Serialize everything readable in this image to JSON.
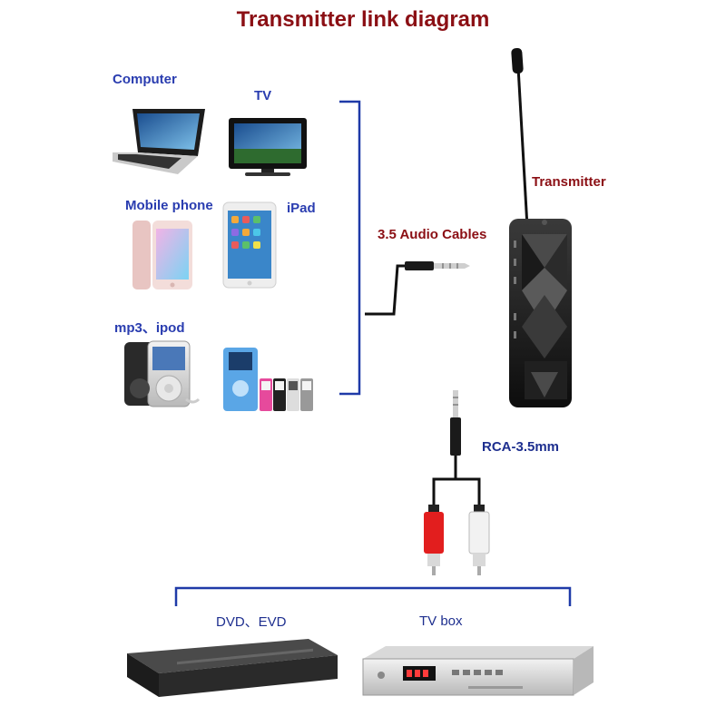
{
  "title": "Transmitter link diagram",
  "sources": {
    "computer": "Computer",
    "tv": "TV",
    "mobile_phone": "Mobile phone",
    "ipad": "iPad",
    "mp3_ipod": "mp3、ipod"
  },
  "cables": {
    "audio_35": "3.5 Audio Cables",
    "rca_35": "RCA-3.5mm"
  },
  "transmitter": "Transmitter",
  "destinations": {
    "dvd_evd": "DVD、EVD",
    "tv_box": "TV  box"
  },
  "colors": {
    "title": "#8b0f14",
    "label_blue": "#2a3db0",
    "bracket": "#1f3aa8"
  }
}
